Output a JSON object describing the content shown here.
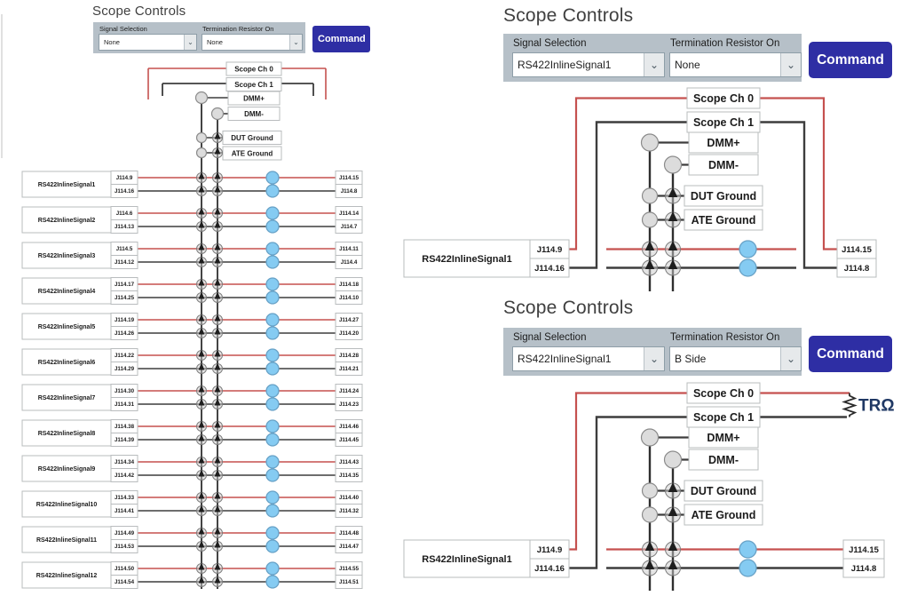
{
  "colors": {
    "wire_red": "#c5514f",
    "wire_dark": "#3d3d3d",
    "bus_dark": "#2f2f2f",
    "relay_blue": "#85cbf2",
    "relay_stroke": "#67a1c6",
    "node_gray": "#dcdcdc",
    "control_bar_bg": "#b6c0c8",
    "command_blue": "#2e2ea4",
    "trq_label_color": "#1f3864",
    "box_border": "#b9bcbe"
  },
  "shared": {
    "bus_labels": [
      "Scope Ch 0",
      "Scope Ch 1",
      "DMM+",
      "DMM-",
      "DUT Ground",
      "ATE Ground"
    ]
  },
  "left_panel": {
    "title": "Scope Controls",
    "signal_selection": {
      "label": "Signal Selection",
      "value": "None"
    },
    "termination": {
      "label": "Termination Resistor On",
      "value": "None"
    },
    "command_label": "Command",
    "signals": [
      {
        "name": "RS422InlineSignal1",
        "left_pins": [
          "J114.9",
          "J114.16"
        ],
        "right_pins": [
          "J114.15",
          "J114.8"
        ]
      },
      {
        "name": "RS422InlineSignal2",
        "left_pins": [
          "J114.6",
          "J114.13"
        ],
        "right_pins": [
          "J114.14",
          "J114.7"
        ]
      },
      {
        "name": "RS422InlineSignal3",
        "left_pins": [
          "J114.5",
          "J114.12"
        ],
        "right_pins": [
          "J114.11",
          "J114.4"
        ]
      },
      {
        "name": "RS422InlineSignal4",
        "left_pins": [
          "J114.17",
          "J114.25"
        ],
        "right_pins": [
          "J114.18",
          "J114.10"
        ]
      },
      {
        "name": "RS422InlineSignal5",
        "left_pins": [
          "J114.19",
          "J114.26"
        ],
        "right_pins": [
          "J114.27",
          "J114.20"
        ]
      },
      {
        "name": "RS422InlineSignal6",
        "left_pins": [
          "J114.22",
          "J114.29"
        ],
        "right_pins": [
          "J114.28",
          "J114.21"
        ]
      },
      {
        "name": "RS422InlineSignal7",
        "left_pins": [
          "J114.30",
          "J114.31"
        ],
        "right_pins": [
          "J114.24",
          "J114.23"
        ]
      },
      {
        "name": "RS422InlineSignal8",
        "left_pins": [
          "J114.38",
          "J114.39"
        ],
        "right_pins": [
          "J114.46",
          "J114.45"
        ]
      },
      {
        "name": "RS422InlineSignal9",
        "left_pins": [
          "J114.34",
          "J114.42"
        ],
        "right_pins": [
          "J114.43",
          "J114.35"
        ]
      },
      {
        "name": "RS422InlineSignal10",
        "left_pins": [
          "J114.33",
          "J114.41"
        ],
        "right_pins": [
          "J114.40",
          "J114.32"
        ]
      },
      {
        "name": "RS422InlineSignal11",
        "left_pins": [
          "J114.49",
          "J114.53"
        ],
        "right_pins": [
          "J114.48",
          "J114.47"
        ]
      },
      {
        "name": "RS422InlineSignal12",
        "left_pins": [
          "J114.50",
          "J114.54"
        ],
        "right_pins": [
          "J114.55",
          "J114.51"
        ]
      }
    ]
  },
  "top_right_panel": {
    "title": "Scope Controls",
    "signal_selection": {
      "label": "Signal Selection",
      "value": "RS422InlineSignal1"
    },
    "termination": {
      "label": "Termination Resistor On",
      "value": "None"
    },
    "command_label": "Command",
    "signal": {
      "name": "RS422InlineSignal1",
      "left_pins": [
        "J114.9",
        "J114.16"
      ],
      "right_pins": [
        "J114.15",
        "J114.8"
      ]
    }
  },
  "bottom_right_panel": {
    "title": "Scope Controls",
    "signal_selection": {
      "label": "Signal Selection",
      "value": "RS422InlineSignal1"
    },
    "termination": {
      "label": "Termination Resistor On",
      "value": "B Side"
    },
    "command_label": "Command",
    "termination_resistor_label": "TRΩ",
    "signal": {
      "name": "RS422InlineSignal1",
      "left_pins": [
        "J114.9",
        "J114.16"
      ],
      "right_pins": [
        "J114.15",
        "J114.8"
      ]
    }
  }
}
